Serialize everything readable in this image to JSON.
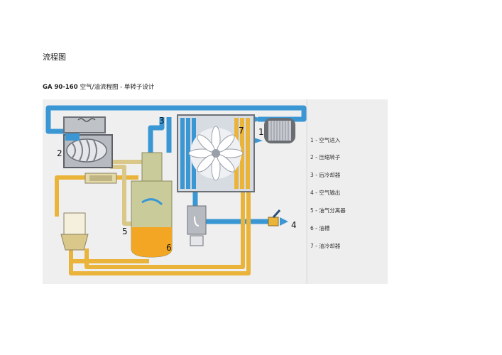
{
  "page": {
    "heading": "流程图",
    "subheading_model": "GA 90-160",
    "subheading_text": "空气/油流程图 - 单转子设计"
  },
  "diagram": {
    "callouts": [
      "1",
      "2",
      "3",
      "4",
      "5",
      "6",
      "7"
    ],
    "legend": [
      {
        "num": "1",
        "label": "空气进入"
      },
      {
        "num": "2",
        "label": "压缩转子"
      },
      {
        "num": "3",
        "label": "后冷却器"
      },
      {
        "num": "4",
        "label": "空气输出"
      },
      {
        "num": "5",
        "label": "油气分离器"
      },
      {
        "num": "6",
        "label": "油槽"
      },
      {
        "num": "7",
        "label": "油冷却器"
      }
    ],
    "colors": {
      "air_pipe": "#3a97d4",
      "oil_pipe": "#eab33a",
      "oil_cool": "#d9c889",
      "panel": "#efefef",
      "tank_oil": "#f2a623",
      "tank_mix": "#c9cc9a"
    }
  }
}
